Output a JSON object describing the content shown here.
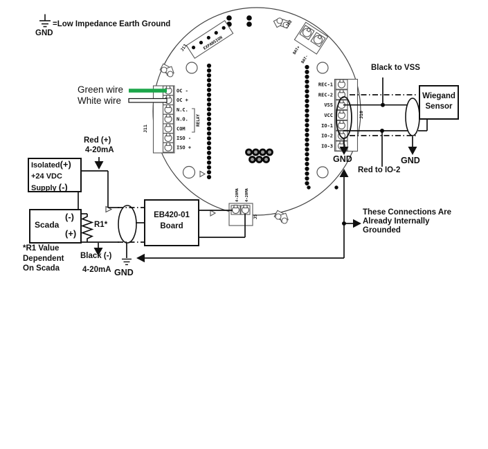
{
  "legend": {
    "gnd": "GND",
    "text": "=Low Impedance Earth Ground"
  },
  "wires": {
    "green": "Green wire",
    "white": "White wire",
    "green_color": "#1ca64a"
  },
  "board": {
    "j13": "J13",
    "expansion": "EXPANSION",
    "j12": "J12",
    "bat_plus": "BAT+",
    "bat_minus": "BAT-",
    "j11": "J11",
    "relay": "RELAY",
    "j10": "J10",
    "j5": "J5",
    "ma_label": "4-20MA",
    "j11_terminals": [
      "OC -",
      "OC +",
      "N.C.",
      "N.O.",
      "COM",
      "ISO -",
      "ISO +"
    ],
    "j10_terminals": [
      "REC-1",
      "REC-2",
      "VSS",
      "VCC",
      "IO-1",
      "IO-2",
      "IO-3"
    ]
  },
  "right": {
    "black_to_vss": "Black to VSS",
    "red_to_io2": "Red to IO-2",
    "gnd_board": "GND",
    "gnd_sensor": "GND",
    "wiegand1": "Wiegand",
    "wiegand2": "Sensor",
    "grounded1": "These Connections Are",
    "grounded2": "Already Internally",
    "grounded3": "Grounded"
  },
  "left": {
    "red_plus": "Red (+)",
    "red_ma": "4-20mA",
    "supply1": "Isolated",
    "supply_plus": "(+)",
    "supply2": "+24 VDC",
    "supply3": "Supply",
    "supply_minus": "(-)",
    "scada": "Scada",
    "scada_minus": "(-)",
    "scada_plus": "(+)",
    "r1": "R1*",
    "r1_note1": "*R1 Value",
    "r1_note2": "Dependent",
    "r1_note3": "On Scada",
    "black_minus": "Black (-)",
    "black_ma": "4-20mA",
    "gnd": "GND",
    "eb1": "EB420-01",
    "eb2": "Board"
  }
}
